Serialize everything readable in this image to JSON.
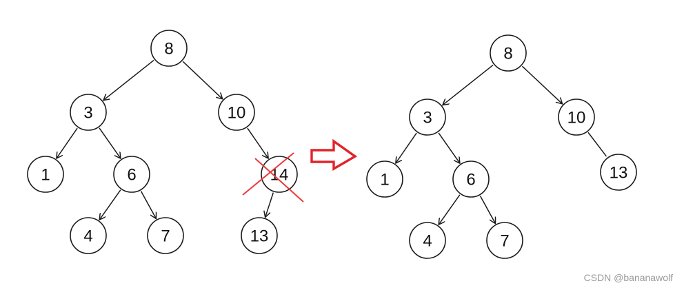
{
  "diagram": {
    "before_tree": {
      "nodes": [
        {
          "id": "b8",
          "label": "8"
        },
        {
          "id": "b3",
          "label": "3"
        },
        {
          "id": "b10",
          "label": "10"
        },
        {
          "id": "b1",
          "label": "1"
        },
        {
          "id": "b6",
          "label": "6"
        },
        {
          "id": "b14",
          "label": "14",
          "deleted": true
        },
        {
          "id": "b4",
          "label": "4"
        },
        {
          "id": "b7",
          "label": "7"
        },
        {
          "id": "b13",
          "label": "13"
        }
      ],
      "edges": [
        [
          "b8",
          "b3"
        ],
        [
          "b8",
          "b10"
        ],
        [
          "b3",
          "b1"
        ],
        [
          "b3",
          "b6"
        ],
        [
          "b10",
          "b14"
        ],
        [
          "b6",
          "b4"
        ],
        [
          "b6",
          "b7"
        ],
        [
          "b14",
          "b13"
        ]
      ]
    },
    "after_tree": {
      "nodes": [
        {
          "id": "a8",
          "label": "8"
        },
        {
          "id": "a3",
          "label": "3"
        },
        {
          "id": "a10",
          "label": "10"
        },
        {
          "id": "a1",
          "label": "1"
        },
        {
          "id": "a6",
          "label": "6"
        },
        {
          "id": "a13",
          "label": "13"
        },
        {
          "id": "a4",
          "label": "4"
        },
        {
          "id": "a7",
          "label": "7"
        }
      ],
      "edges": [
        [
          "a8",
          "a3",
          "arrow"
        ],
        [
          "a8",
          "a10",
          "arrow"
        ],
        [
          "a3",
          "a1",
          "arrow"
        ],
        [
          "a3",
          "a6",
          "arrow"
        ],
        [
          "a10",
          "a13",
          "line"
        ],
        [
          "a6",
          "a4",
          "arrow"
        ],
        [
          "a6",
          "a7",
          "arrow"
        ]
      ]
    },
    "arrow_color": "#e0242a",
    "deletion_mark_color": "#e83a3a",
    "watermark": "CSDN @bananawolf"
  }
}
